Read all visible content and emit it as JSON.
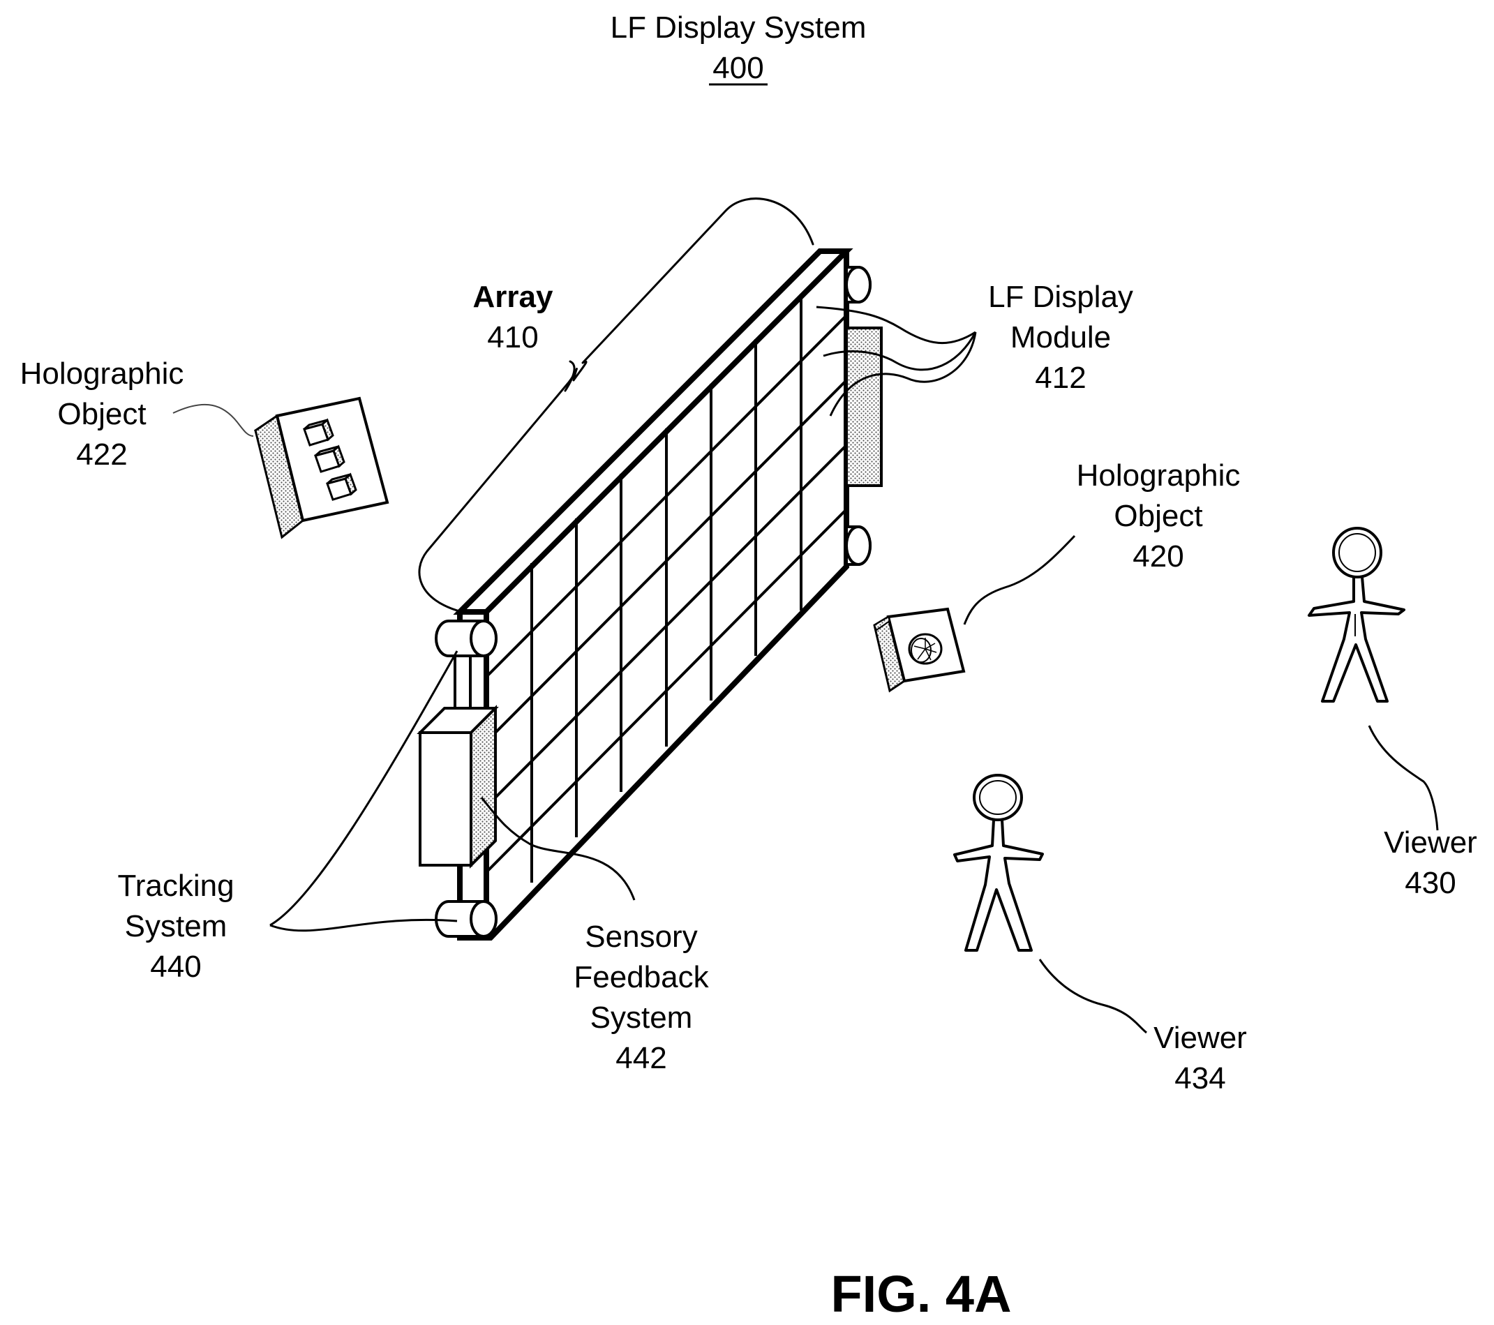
{
  "title": {
    "line1": "LF Display System",
    "line2": "400"
  },
  "labels": {
    "array": [
      "Array",
      "410"
    ],
    "lf_module": [
      "LF Display",
      "Module",
      "412"
    ],
    "holo_422": [
      "Holographic",
      "Object",
      "422"
    ],
    "holo_420": [
      "Holographic",
      "Object",
      "420"
    ],
    "tracking": [
      "Tracking",
      "System",
      "440"
    ],
    "sensory": [
      "Sensory",
      "Feedback",
      "System",
      "442"
    ],
    "viewer_430": [
      "Viewer",
      "430"
    ],
    "viewer_434": [
      "Viewer",
      "434"
    ]
  },
  "figure_label": "FIG. 4A"
}
